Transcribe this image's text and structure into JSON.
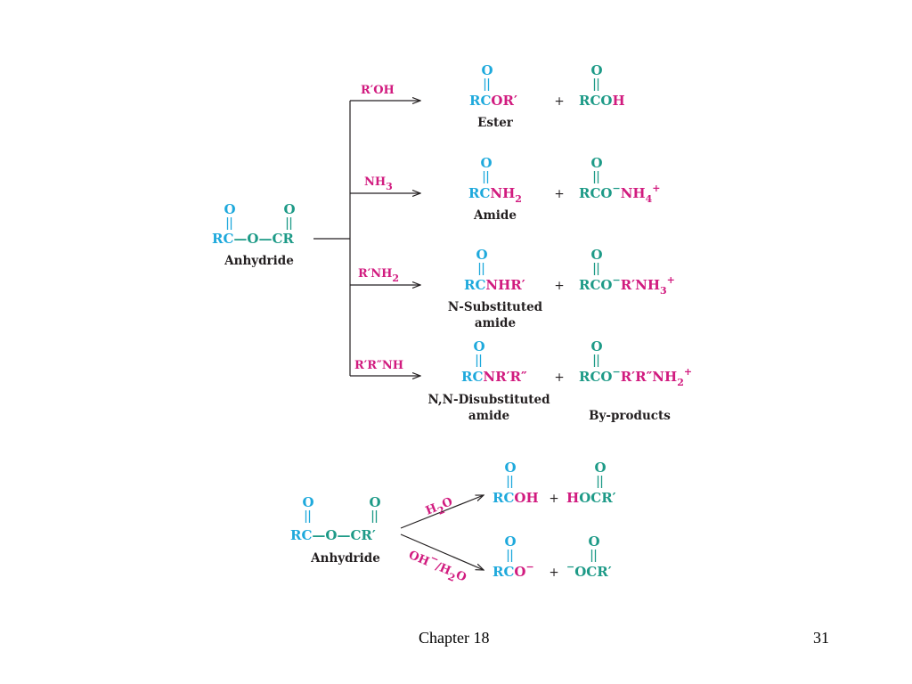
{
  "colors": {
    "cyan": "#1ea9dc",
    "teal": "#1d9a87",
    "magenta": "#d11b7f",
    "dark": "#231f20"
  },
  "top_diagram": {
    "anhydride": {
      "oxygen_left": "O",
      "oxygen_right": "O",
      "formula": [
        {
          "t": "RC",
          "c": "cyan"
        },
        {
          "t": "—O—",
          "c": "teal"
        },
        {
          "t": "CR",
          "c": "teal"
        }
      ],
      "caption": "Anhydride"
    },
    "reactions": [
      {
        "reagent": [
          {
            "t": "R′OH",
            "c": "magenta"
          }
        ],
        "product": {
          "oxygen": "O",
          "formula": [
            {
              "t": "RC",
              "c": "cyan"
            },
            {
              "t": "OR′",
              "c": "magenta"
            }
          ],
          "caption": [
            "Ester"
          ]
        },
        "plus": "+",
        "byproduct": {
          "oxygen": "O",
          "formula": [
            {
              "t": "RCO",
              "c": "teal"
            },
            {
              "t": "H",
              "c": "magenta"
            }
          ]
        }
      },
      {
        "reagent": [
          {
            "t": "NH",
            "c": "magenta"
          },
          {
            "t": "3",
            "c": "magenta",
            "s": "sub"
          }
        ],
        "product": {
          "oxygen": "O",
          "formula": [
            {
              "t": "RC",
              "c": "cyan"
            },
            {
              "t": "NH",
              "c": "magenta"
            },
            {
              "t": "2",
              "c": "magenta",
              "s": "sub"
            }
          ],
          "caption": [
            "Amide"
          ]
        },
        "plus": "+",
        "byproduct": {
          "oxygen": "O",
          "formula": [
            {
              "t": "RCO",
              "c": "teal"
            },
            {
              "t": "−",
              "c": "teal",
              "s": "sup"
            },
            {
              "t": "NH",
              "c": "magenta"
            },
            {
              "t": "4",
              "c": "magenta",
              "s": "sub"
            },
            {
              "t": "+",
              "c": "magenta",
              "s": "sup"
            }
          ]
        }
      },
      {
        "reagent": [
          {
            "t": "R′NH",
            "c": "magenta"
          },
          {
            "t": "2",
            "c": "magenta",
            "s": "sub"
          }
        ],
        "product": {
          "oxygen": "O",
          "formula": [
            {
              "t": "RC",
              "c": "cyan"
            },
            {
              "t": "NHR′",
              "c": "magenta"
            }
          ],
          "caption": [
            "N-Substituted",
            "amide"
          ]
        },
        "plus": "+",
        "byproduct": {
          "oxygen": "O",
          "formula": [
            {
              "t": "RCO",
              "c": "teal"
            },
            {
              "t": "−",
              "c": "teal",
              "s": "sup"
            },
            {
              "t": "R′NH",
              "c": "magenta"
            },
            {
              "t": "3",
              "c": "magenta",
              "s": "sub"
            },
            {
              "t": "+",
              "c": "magenta",
              "s": "sup"
            }
          ]
        }
      },
      {
        "reagent": [
          {
            "t": "R′R″NH",
            "c": "magenta"
          }
        ],
        "product": {
          "oxygen": "O",
          "formula": [
            {
              "t": "RC",
              "c": "cyan"
            },
            {
              "t": "NR′R″",
              "c": "magenta"
            }
          ],
          "caption": [
            "N,N-Disubstituted",
            "amide"
          ]
        },
        "plus": "+",
        "byproduct": {
          "oxygen": "O",
          "formula": [
            {
              "t": "RCO",
              "c": "teal"
            },
            {
              "t": "−",
              "c": "teal",
              "s": "sup"
            },
            {
              "t": "R′R″NH",
              "c": "magenta"
            },
            {
              "t": "2",
              "c": "magenta",
              "s": "sub"
            },
            {
              "t": "+",
              "c": "magenta",
              "s": "sup"
            }
          ],
          "caption": "By-products"
        }
      }
    ]
  },
  "bottom_diagram": {
    "anhydride": {
      "oxygen_left": "O",
      "oxygen_right": "O",
      "formula": [
        {
          "t": "RC",
          "c": "cyan"
        },
        {
          "t": "—O—",
          "c": "teal"
        },
        {
          "t": "CR′",
          "c": "teal"
        }
      ],
      "caption": "Anhydride"
    },
    "reactions": [
      {
        "reagent": [
          {
            "t": "H",
            "c": "magenta"
          },
          {
            "t": "2",
            "c": "magenta",
            "s": "sub"
          },
          {
            "t": "O",
            "c": "magenta"
          }
        ],
        "product": {
          "oxygen": "O",
          "formula": [
            {
              "t": "RC",
              "c": "cyan"
            },
            {
              "t": "OH",
              "c": "magenta"
            }
          ]
        },
        "plus": "+",
        "byproduct": {
          "oxygen": "O",
          "formula": [
            {
              "t": "H",
              "c": "magenta"
            },
            {
              "t": "OCR′",
              "c": "teal"
            }
          ]
        }
      },
      {
        "reagent": [
          {
            "t": "OH",
            "c": "magenta"
          },
          {
            "t": "−",
            "c": "magenta",
            "s": "sup"
          },
          {
            "t": "/H",
            "c": "magenta"
          },
          {
            "t": "2",
            "c": "magenta",
            "s": "sub"
          },
          {
            "t": "O",
            "c": "magenta"
          }
        ],
        "product": {
          "oxygen": "O",
          "formula": [
            {
              "t": "RC",
              "c": "cyan"
            },
            {
              "t": "O",
              "c": "magenta"
            },
            {
              "t": "−",
              "c": "magenta",
              "s": "sup"
            }
          ]
        },
        "plus": "+",
        "byproduct": {
          "oxygen": "O",
          "formula": [
            {
              "t": "−",
              "c": "teal",
              "s": "sup"
            },
            {
              "t": "OCR′",
              "c": "teal"
            }
          ]
        }
      }
    ]
  },
  "footer": {
    "chapter": "Chapter 18",
    "page_number": "31"
  }
}
